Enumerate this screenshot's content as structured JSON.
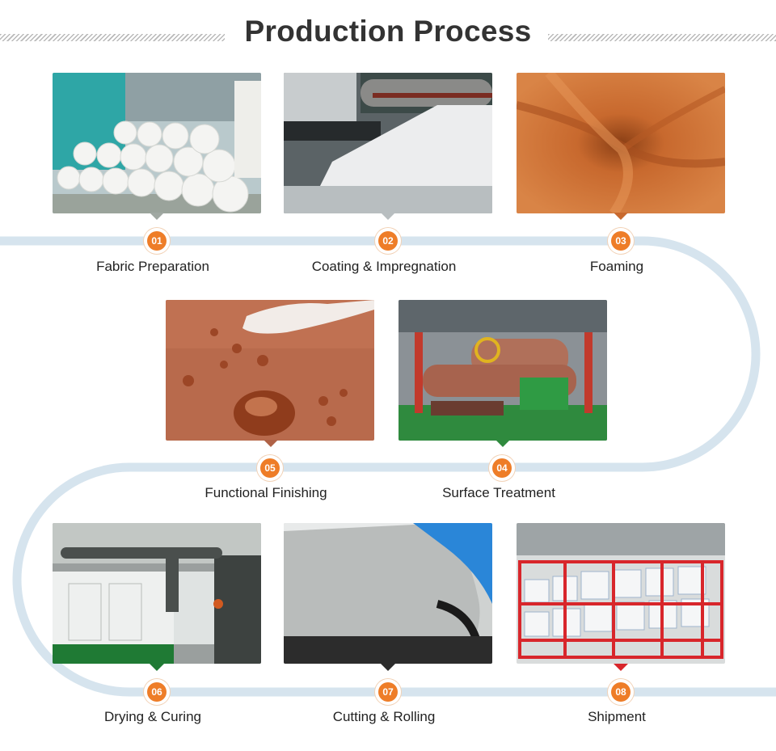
{
  "title": "Production Process",
  "colors": {
    "accent": "#ee7d28",
    "track": "#d6e4ee",
    "heading": "#333333"
  },
  "steps": [
    {
      "number": "01",
      "label": "Fabric Preparation"
    },
    {
      "number": "02",
      "label": "Coating & Impregnation"
    },
    {
      "number": "03",
      "label": "Foaming"
    },
    {
      "number": "04",
      "label": "Surface Treatment"
    },
    {
      "number": "05",
      "label": "Functional Finishing"
    },
    {
      "number": "06",
      "label": "Drying & Curing"
    },
    {
      "number": "07",
      "label": "Cutting & Rolling"
    },
    {
      "number": "08",
      "label": "Shipment"
    }
  ]
}
